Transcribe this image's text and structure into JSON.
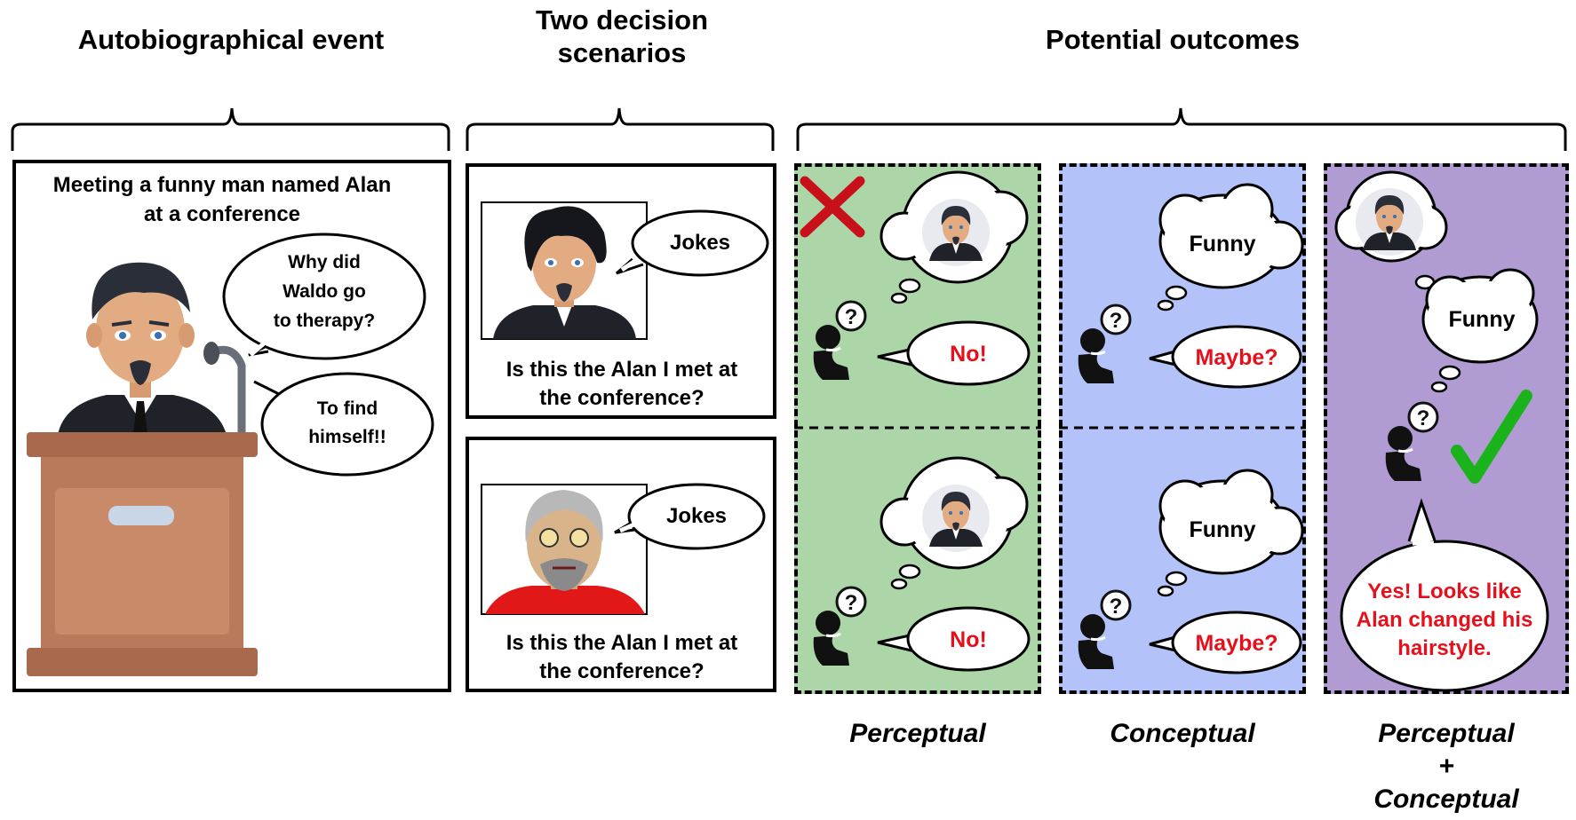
{
  "headers": {
    "event": "Autobiographical event",
    "scenarios_line1": "Two decision",
    "scenarios_line2": "scenarios",
    "outcomes": "Potential outcomes"
  },
  "event_panel": {
    "title_line1": "Meeting a funny man named Alan",
    "title_line2": "at a conference",
    "bubble1": [
      "Why did",
      "Waldo go",
      "to therapy?"
    ],
    "bubble2": [
      "To find",
      "himself!!"
    ]
  },
  "scenarios": [
    {
      "bubble": "Jokes",
      "question_line1": "Is this the Alan I met at",
      "question_line2": "the conference?",
      "face": "young-dark-hair"
    },
    {
      "bubble": "Jokes",
      "question_line1": "Is this the Alan I met at",
      "question_line2": "the conference?",
      "face": "older-gray-hair"
    }
  ],
  "outcomes": {
    "perceptual": {
      "label": "Perceptual",
      "answer_top": "No!",
      "answer_bottom": "No!",
      "color": "#acd6a8"
    },
    "conceptual": {
      "label": "Conceptual",
      "thought_top": "Funny",
      "thought_bottom": "Funny",
      "answer_top": "Maybe?",
      "answer_bottom": "Maybe?",
      "color": "#b3c2f8"
    },
    "combined": {
      "label_line1": "Perceptual",
      "label_plus": "+",
      "label_line2": "Conceptual",
      "thought": "Funny",
      "answer": [
        "Yes! Looks like",
        "Alan changed his",
        "hairstyle."
      ],
      "color": "#b09bd3"
    }
  },
  "colors": {
    "answer_text": "#e5101b",
    "check": "#1bb31b",
    "cross": "#c8101b"
  },
  "icons": [
    "cross-icon",
    "check-icon",
    "thinking-person-icon",
    "question-mark-icon"
  ]
}
